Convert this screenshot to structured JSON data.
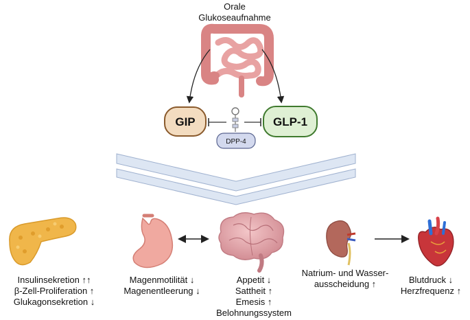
{
  "title": {
    "lines": [
      "Orale",
      "Glukoseaufnahme"
    ]
  },
  "hormones": {
    "gip": {
      "label": "GIP",
      "fill": "#f3dcc0",
      "stroke": "#8a5a2c"
    },
    "glp1": {
      "label": "GLP-1",
      "fill": "#dff0d4",
      "stroke": "#3f7a2e"
    },
    "dpp4": {
      "label": "DPP-4",
      "fill": "#d3d9ee",
      "stroke": "#5a6590"
    }
  },
  "organs": {
    "pancreas": {
      "icon": "pancreas-icon",
      "lines": [
        "Insulinsekretion ↑↑",
        "β-Zell-Proliferation ↑",
        "Glukagonsekretion ↓"
      ]
    },
    "stomach": {
      "icon": "stomach-icon",
      "lines": [
        "Magenmotilität ↓",
        "Magenentleerung ↓"
      ]
    },
    "brain": {
      "icon": "brain-icon",
      "lines": [
        "Appetit ↓",
        "Sattheit ↑",
        "Emesis ↑",
        "Belohnungssystem"
      ]
    },
    "kidney": {
      "icon": "kidney-icon",
      "lines": [
        "Natrium- und Wasser-",
        "ausscheidung ↑"
      ]
    },
    "heart": {
      "icon": "heart-icon",
      "lines": [
        "Blutdruck ↓",
        "Herzfrequenz ↑"
      ]
    }
  },
  "colors": {
    "chevron": "#dde6f3",
    "chevron_stroke": "#9fb1cf",
    "intestine": "#e8a2a2",
    "arrow": "#222222"
  }
}
